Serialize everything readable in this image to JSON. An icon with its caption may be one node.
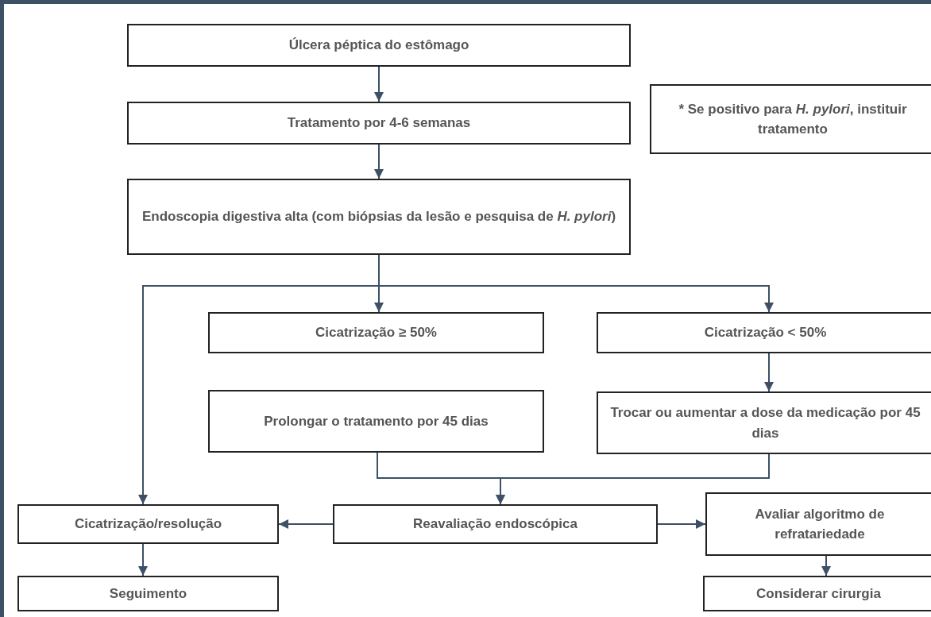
{
  "diagram": {
    "nodes": [
      {
        "text": [
          "Úlcera péptica do estômago"
        ]
      },
      {
        "text": [
          "Tratamento por 4-6 semanas"
        ]
      },
      {
        "text": [
          "* Se positivo para *H. pylori*, instituir tratamento"
        ]
      },
      {
        "text": [
          "Endoscopia digestiva alta (com biópsias da lesão e pesquisa de *H. pylori*)"
        ]
      },
      {
        "text": [
          "Cicatrização ≥ 50%"
        ]
      },
      {
        "text": [
          "Cicatrização < 50%"
        ]
      },
      {
        "text": [
          "Prolongar o tratamento por 45 dias"
        ]
      },
      {
        "text": [
          "Trocar ou aumentar a dose da medicação por 45 dias"
        ]
      },
      {
        "text": [
          "Cicatrização/resolução"
        ]
      },
      {
        "text": [
          "Reavaliação endoscópica"
        ]
      },
      {
        "text": [
          "Avaliar algoritmo de refratariedade"
        ]
      },
      {
        "text": [
          "Seguimento"
        ]
      },
      {
        "text": [
          "Considerar cirurgia"
        ]
      }
    ],
    "edges": [
      {
        "from": 0,
        "to": 1,
        "arrow": "to"
      },
      {
        "from": 1,
        "to": 3,
        "arrow": "to"
      },
      {
        "from": 3,
        "to": 4,
        "arrow": "to"
      },
      {
        "from": 3,
        "to": 5,
        "arrow": "to"
      },
      {
        "from": 3,
        "to": 8,
        "arrow": "to"
      },
      {
        "from": 5,
        "to": 7,
        "arrow": "to"
      },
      {
        "from": 6,
        "to": 9,
        "arrow": "to"
      },
      {
        "from": 7,
        "to": 9,
        "arrow": "to"
      },
      {
        "from": 9,
        "to": 8,
        "arrow": "to"
      },
      {
        "from": 9,
        "to": 10,
        "arrow": "to"
      },
      {
        "from": 8,
        "to": 11,
        "arrow": "to"
      },
      {
        "from": 10,
        "to": 12,
        "arrow": "to"
      }
    ]
  }
}
